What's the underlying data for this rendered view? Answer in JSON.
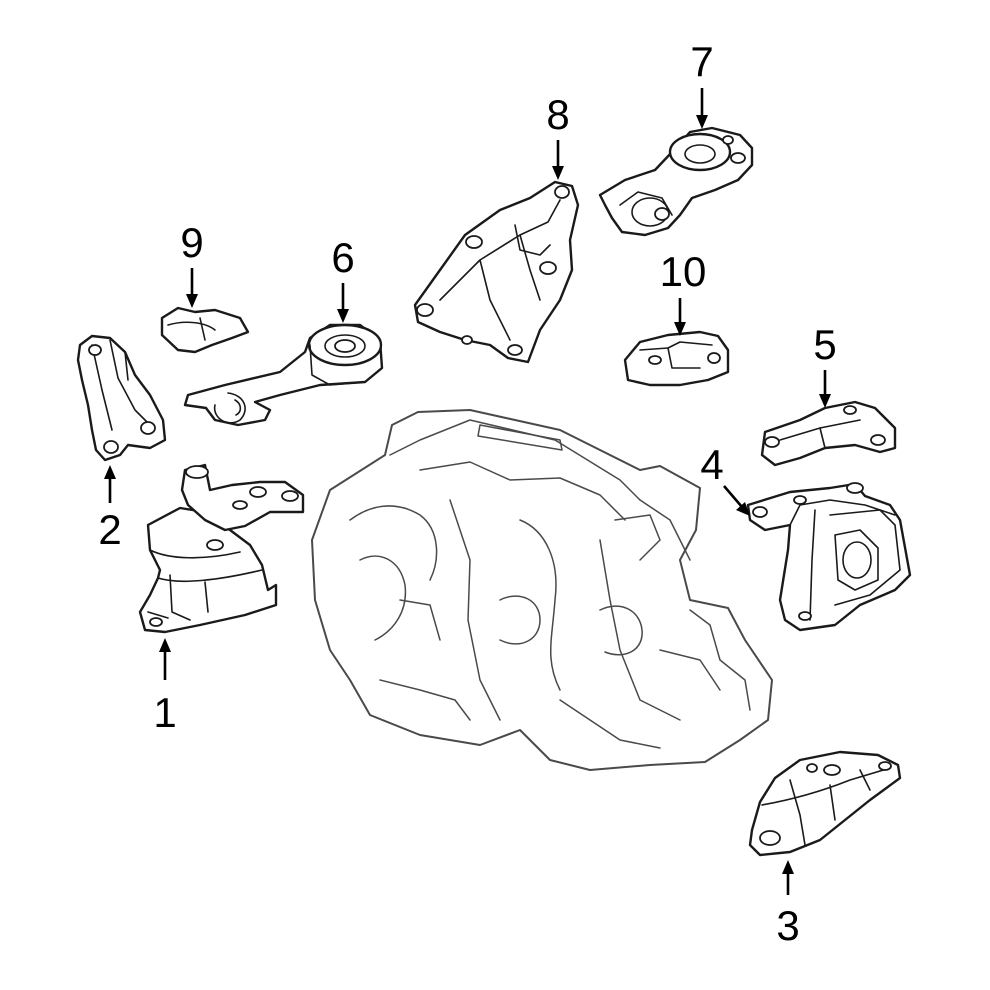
{
  "callouts": [
    {
      "id": "1",
      "label": "1"
    },
    {
      "id": "2",
      "label": "2"
    },
    {
      "id": "3",
      "label": "3"
    },
    {
      "id": "4",
      "label": "4"
    },
    {
      "id": "5",
      "label": "5"
    },
    {
      "id": "6",
      "label": "6"
    },
    {
      "id": "7",
      "label": "7"
    },
    {
      "id": "8",
      "label": "8"
    },
    {
      "id": "9",
      "label": "9"
    },
    {
      "id": "10",
      "label": "10"
    }
  ],
  "colors": {
    "line": "#1a1a1a",
    "engine_line": "#4a4a4a",
    "background": "#ffffff"
  }
}
